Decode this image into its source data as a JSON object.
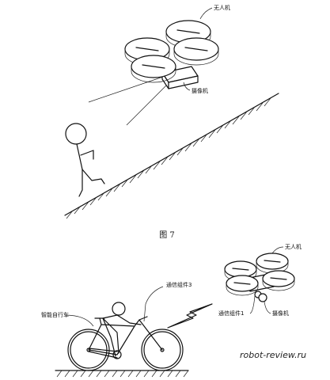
{
  "figure_caption": "图 7",
  "top_scene": {
    "drone_label": "无人机",
    "camera_label": "摄像机"
  },
  "bottom_scene": {
    "bike_label": "智能自行车",
    "comm_bike_label": "通信组件3",
    "drone_label": "无人机",
    "comm_drone_label": "通信组件1",
    "camera_label": "摄像机"
  },
  "watermark": "robot-review.ru"
}
